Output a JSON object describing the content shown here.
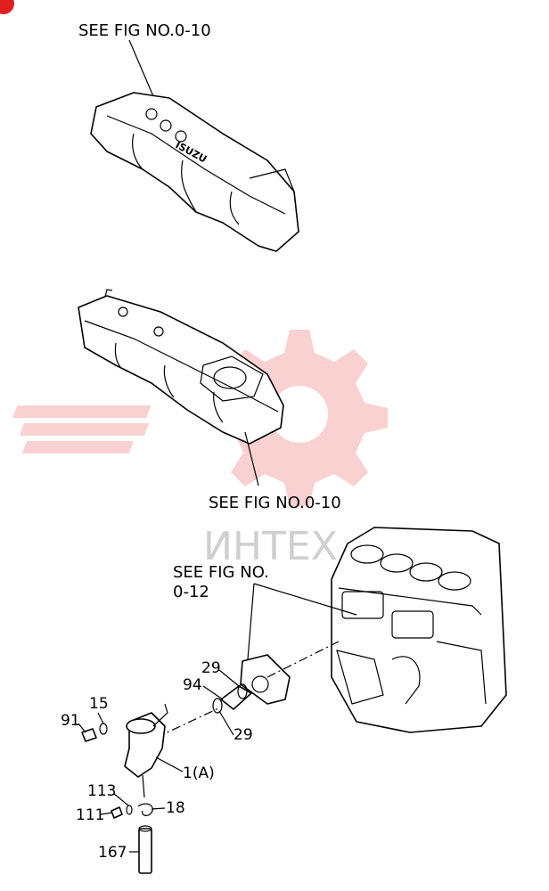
{
  "figure": {
    "ref_top": "SEE FIG NO.0-10",
    "ref_middle": "SEE FIG NO.0-10",
    "ref_engine_line1": "SEE FIG NO.",
    "ref_engine_line2": "0-12",
    "brand_text": "ISUZU"
  },
  "watermark": {
    "text": "ИНТЕХ",
    "color": "#f06060"
  },
  "callouts": {
    "c91": "91",
    "c15": "15",
    "c94": "94",
    "c29a": "29",
    "c29b": "29",
    "c1a": "1(A)",
    "c113": "113",
    "c111": "111",
    "c18": "18",
    "c167": "167"
  }
}
